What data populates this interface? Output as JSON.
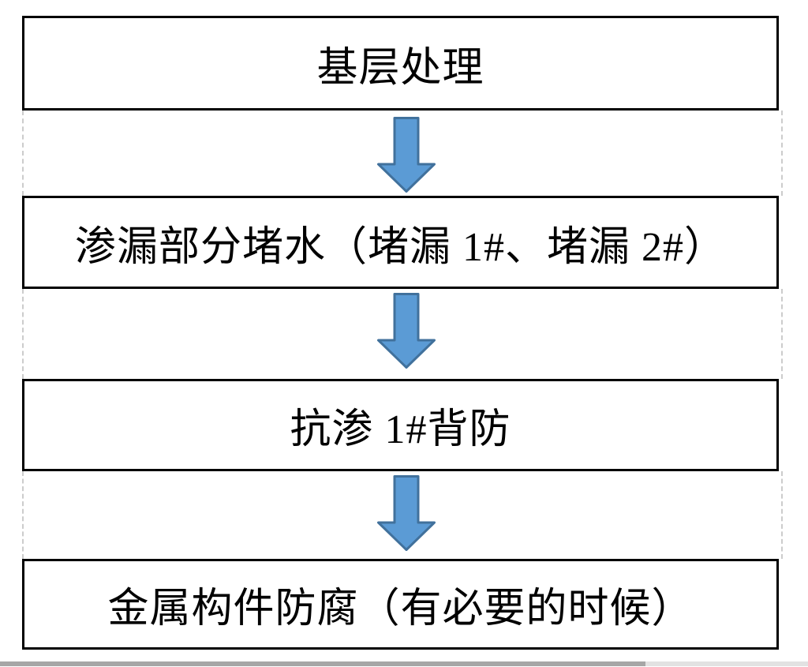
{
  "flowchart": {
    "steps": [
      {
        "label": "基层处理"
      },
      {
        "label": "渗漏部分堵水（堵漏 1#、堵漏 2#）"
      },
      {
        "label": "抗渗 1#背防"
      },
      {
        "label": "金属构件防腐（有必要的时候）"
      }
    ],
    "arrow_icon": "down-block-arrow"
  },
  "colors": {
    "box_border": "#000000",
    "text": "#000000",
    "arrow_fill": "#5b9bd5",
    "arrow_stroke": "#41719c",
    "dashed_guide": "#cccccc",
    "scrollbar_thumb": "#a6a6a6",
    "scrollbar_track": "#e2e2e2"
  }
}
